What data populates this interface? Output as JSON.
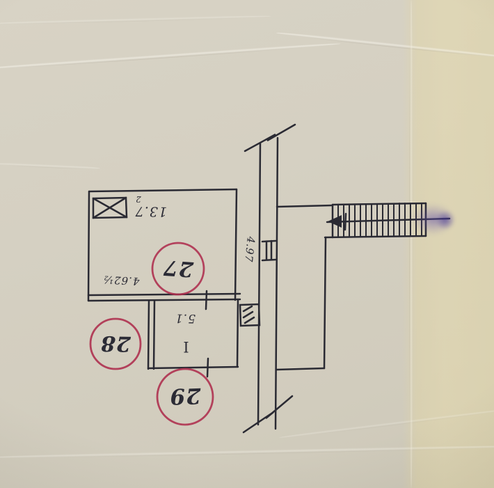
{
  "plan": {
    "stamps": [
      {
        "number": "27"
      },
      {
        "number": "28"
      },
      {
        "number": "29"
      }
    ],
    "labels": {
      "upper_room_area": "13.7",
      "upper_room_area_exp": "2",
      "left_dimension": "4.62½",
      "corridor_dimension": "4.97",
      "lower_room_area": "5.1",
      "unit_numeral": "I"
    },
    "colors": {
      "ink": "#2a2a33",
      "stamp_red": "#ae2d4d",
      "paper": "#d5d0c2",
      "paper_right_strip": "#e0d8b4",
      "smudge_purple": "#604ea8"
    }
  }
}
